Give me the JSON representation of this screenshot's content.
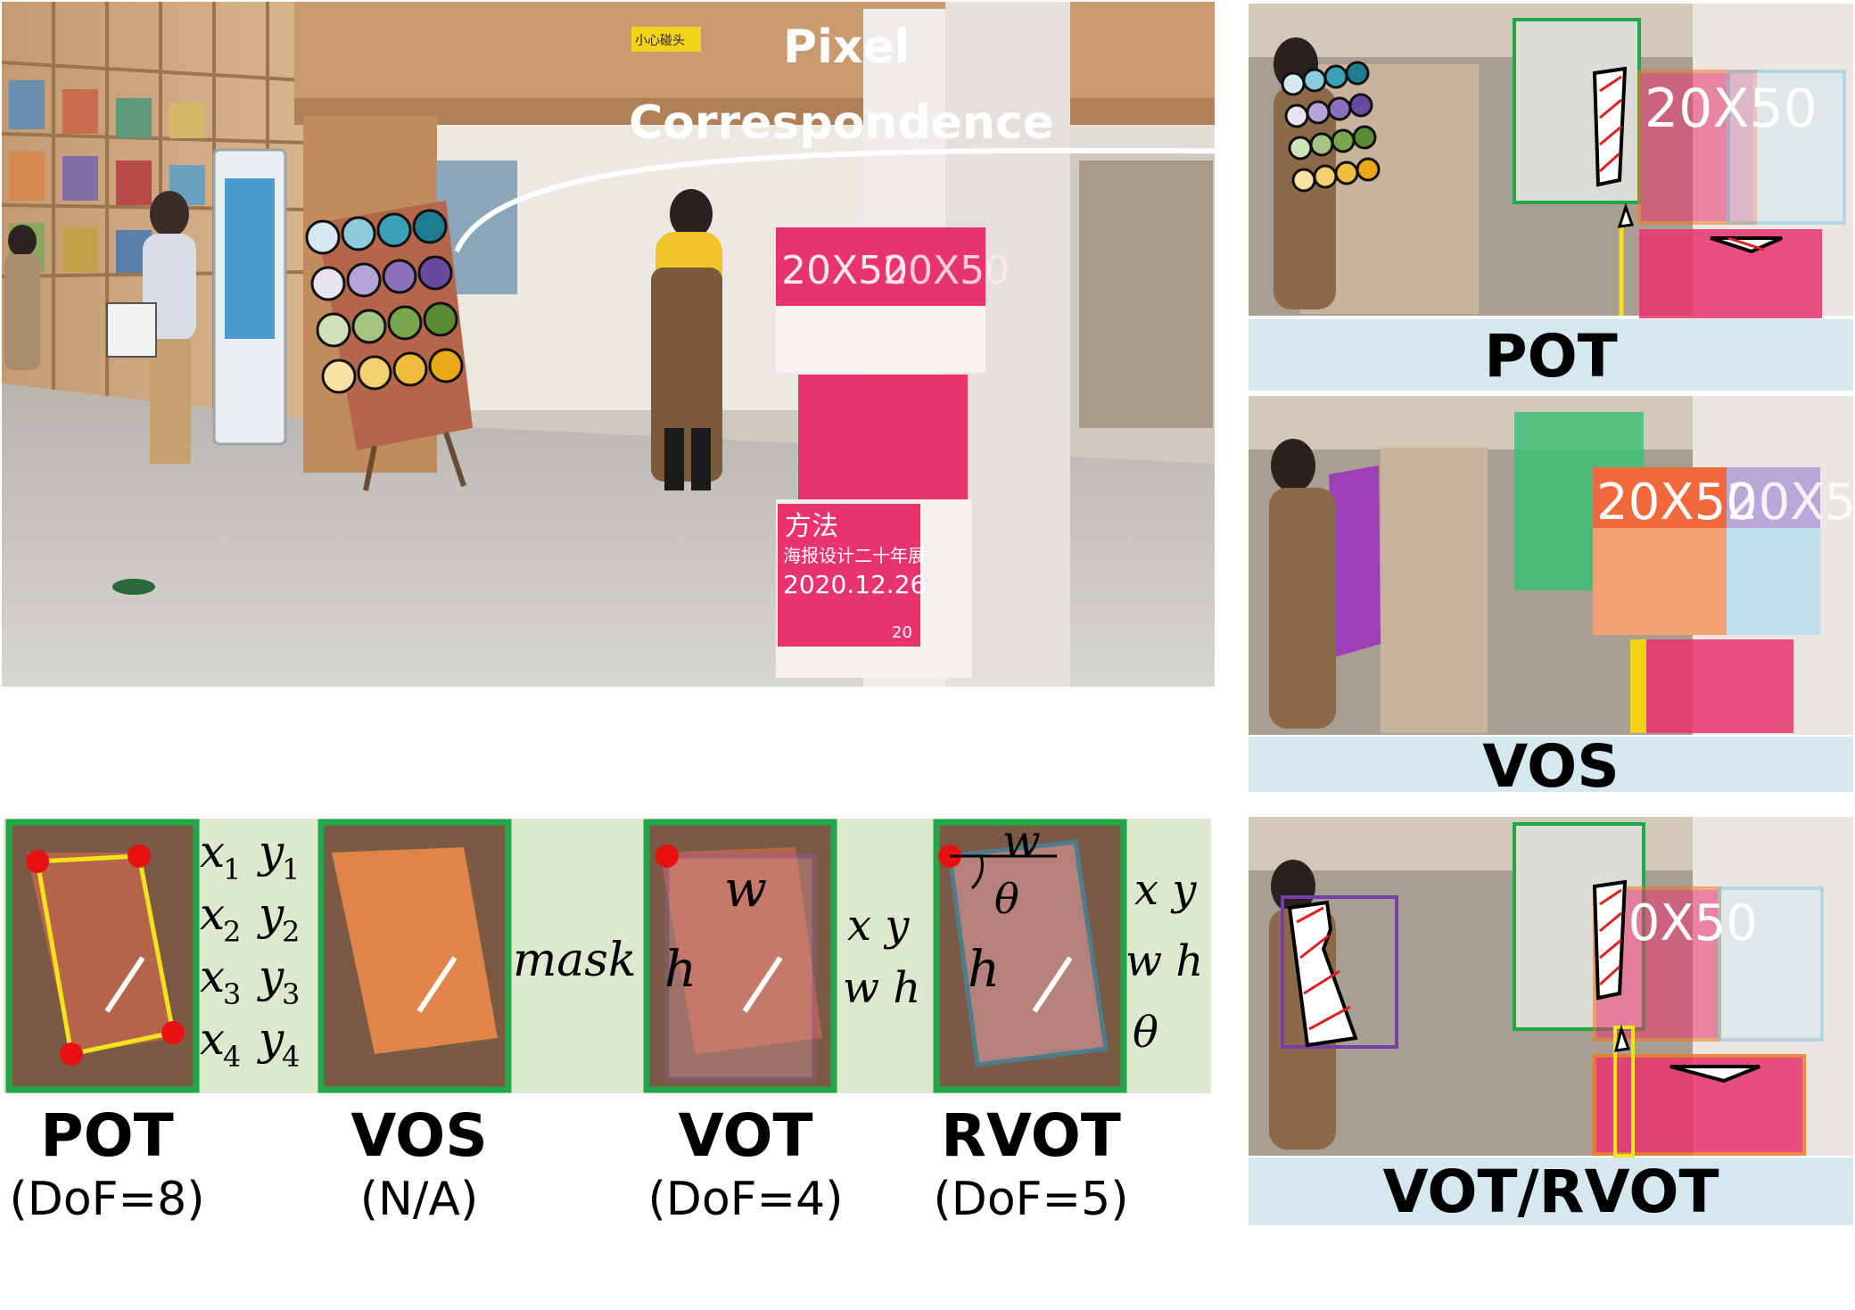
{
  "annotation": {
    "line1": "Pixel",
    "line2": "Correspondence"
  },
  "main_scene": {
    "poster_block_text": "20X50",
    "poster_block_text2": "20X50",
    "poster_title": "方法",
    "poster_subtitle": "海报设计二十年展",
    "poster_date": "2020.12.26",
    "poster_small": "20",
    "sign_text": "小心碰头"
  },
  "dots": {
    "rows": [
      [
        "#d6e8f2",
        "#8ccbdc",
        "#3aa0b8",
        "#1f7d92"
      ],
      [
        "#e8e4f2",
        "#b7a4d6",
        "#8c6fbd",
        "#6a4a9e"
      ],
      [
        "#d2e2b8",
        "#a4c480",
        "#7aa64e",
        "#5a8a32"
      ],
      [
        "#f8e2a4",
        "#f4d070",
        "#f0bc3c",
        "#e8a818"
      ]
    ]
  },
  "right_panels": [
    {
      "label": "POT"
    },
    {
      "label": "VOS"
    },
    {
      "label": "VOT/RVOT"
    }
  ],
  "bottom_strip": {
    "pot_coords": [
      {
        "x": "x",
        "xs": "1",
        "y": "y",
        "ys": "1"
      },
      {
        "x": "x",
        "xs": "2",
        "y": "y",
        "ys": "2"
      },
      {
        "x": "x",
        "xs": "3",
        "y": "y",
        "ys": "3"
      },
      {
        "x": "x",
        "xs": "4",
        "y": "y",
        "ys": "4"
      }
    ],
    "vos_label": "mask",
    "vot_labels": {
      "line1": "x y",
      "line2": "w h",
      "w": "w",
      "h": "h"
    },
    "rvot_labels": {
      "line1": "x y",
      "line2": "w h",
      "line3": "θ",
      "w": "w",
      "h": "h",
      "theta": "θ"
    }
  },
  "captions": [
    {
      "title": "POT",
      "dof": "(DoF=8)"
    },
    {
      "title": "VOS",
      "dof": "(N/A)"
    },
    {
      "title": "VOT",
      "dof": "(DoF=4)"
    },
    {
      "title": "RVOT",
      "dof": "(DoF=5)"
    }
  ],
  "colors": {
    "strip_bg": "#dde9cc",
    "frame_green": "#1fa84a",
    "panel_label_bg": "#d6e8ef",
    "poster_pink": "#e8336e",
    "pot_yellow": "#f4e21a",
    "corner_red": "#e81010",
    "vot_purple": "#8a5ab8",
    "rvot_blue": "#2a9ac8"
  }
}
